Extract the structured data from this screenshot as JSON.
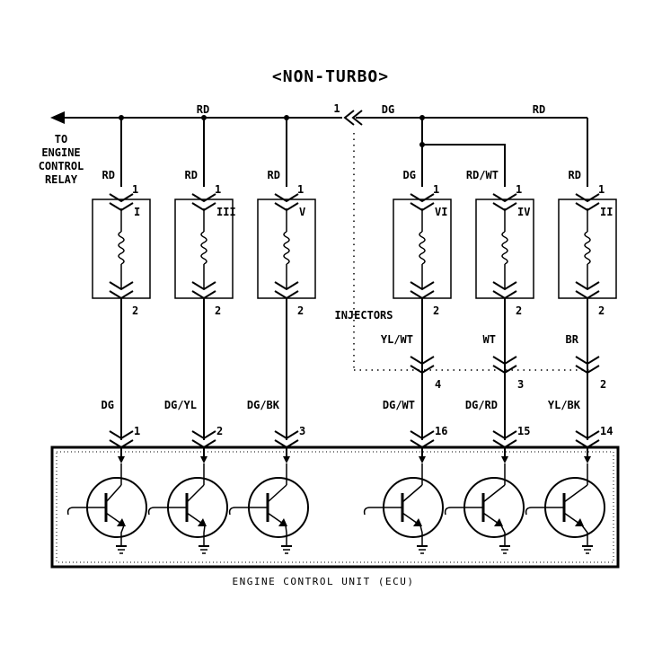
{
  "title": "<NON-TURBO>",
  "relay_label": [
    "TO",
    "ENGINE",
    "CONTROL",
    "RELAY"
  ],
  "bus_labels": {
    "left_rd": "RD",
    "connector_pin": "1",
    "dg": "DG",
    "right_rd": "RD"
  },
  "injectors_label": "INJECTORS",
  "ecu_label": "ENGINE CONTROL UNIT (ECU)",
  "injectors": [
    {
      "roman": "I",
      "top_wire": "RD",
      "top_pin": "1",
      "bottom_pin": "2",
      "conn_wire": "",
      "conn_pin": "",
      "ecu_wire": "DG",
      "ecu_pin": "1"
    },
    {
      "roman": "III",
      "top_wire": "RD",
      "top_pin": "1",
      "bottom_pin": "2",
      "conn_wire": "",
      "conn_pin": "",
      "ecu_wire": "DG/YL",
      "ecu_pin": "2"
    },
    {
      "roman": "V",
      "top_wire": "RD",
      "top_pin": "1",
      "bottom_pin": "2",
      "conn_wire": "",
      "conn_pin": "",
      "ecu_wire": "DG/BK",
      "ecu_pin": "3"
    },
    {
      "roman": "VI",
      "top_wire": "DG",
      "top_pin": "1",
      "bottom_pin": "2",
      "conn_wire": "YL/WT",
      "conn_pin": "4",
      "ecu_wire": "DG/WT",
      "ecu_pin": "16"
    },
    {
      "roman": "IV",
      "top_wire": "RD/WT",
      "top_pin": "1",
      "bottom_pin": "2",
      "conn_wire": "WT",
      "conn_pin": "3",
      "ecu_wire": "DG/RD",
      "ecu_pin": "15"
    },
    {
      "roman": "II",
      "top_wire": "RD",
      "top_pin": "1",
      "bottom_pin": "2",
      "conn_wire": "BR",
      "conn_pin": "2",
      "ecu_wire": "YL/BK",
      "ecu_pin": "14"
    }
  ]
}
